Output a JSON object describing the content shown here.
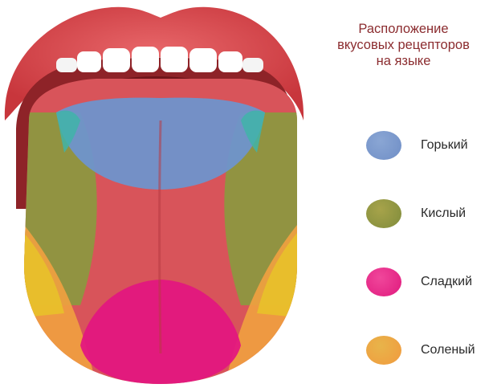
{
  "title": {
    "line1": "Расположение",
    "line2": "вкусовых рецепторов",
    "line3": "на языке"
  },
  "legend": [
    {
      "label": "Горький",
      "color": "#6f8ec6",
      "color2": "#8aa6d4"
    },
    {
      "label": "Кислый",
      "color": "#7f8c3c",
      "color2": "#a7a34a"
    },
    {
      "label": "Сладкий",
      "color": "#e0197d",
      "color2": "#f0479b"
    },
    {
      "label": "Соленый",
      "color": "#f19a3e",
      "color2": "#e8b44a"
    }
  ],
  "colors": {
    "lips": "#d94a4f",
    "mouth_dark": "#8a1f24",
    "tongue": "#d9555a",
    "teeth": "#ffffff",
    "bitter_overlay": "#6f93cc",
    "bitter_edge": "#3fb4a8",
    "sour_overlay": "#8a9a3e",
    "sweet_overlay": "#e3177f",
    "salty_overlay": "#f0a040",
    "salty_edge": "#e8c12a",
    "title": "#8b2c2f"
  }
}
